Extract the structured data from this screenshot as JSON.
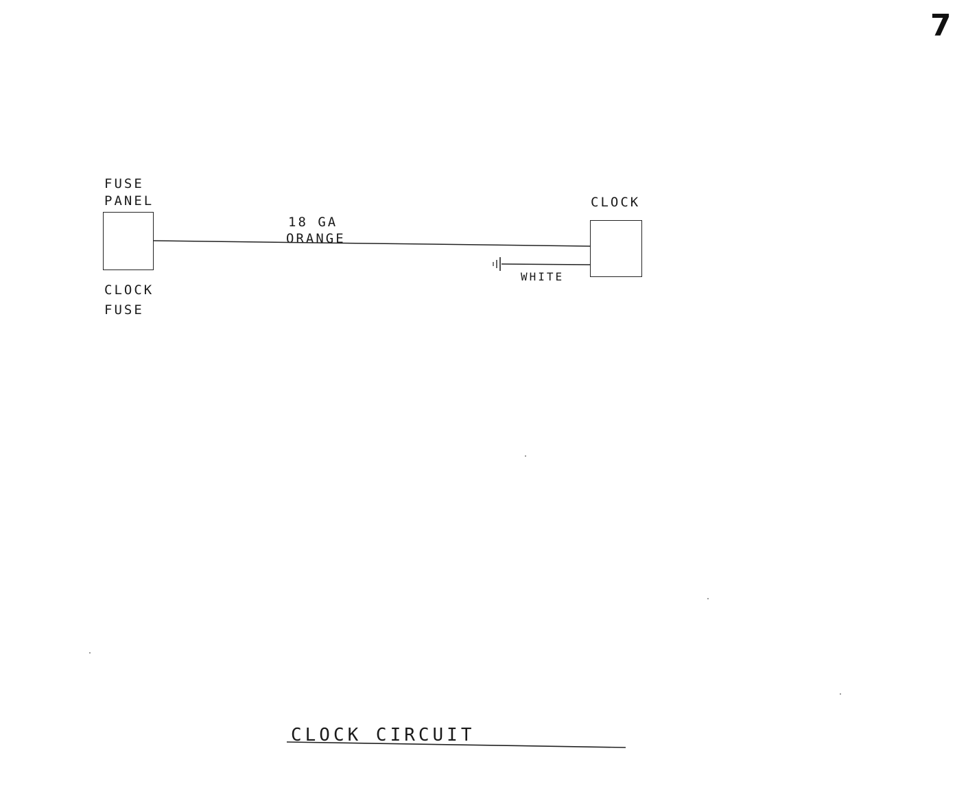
{
  "page_number": "7",
  "title": "CLOCK CIRCUIT",
  "fuse_panel": {
    "label_line1": "FUSE",
    "label_line2": "PANEL",
    "fuse_line1": "CLOCK",
    "fuse_line2": "FUSE"
  },
  "clock": {
    "label": "CLOCK"
  },
  "wires": {
    "supply_gauge": "18 GA",
    "supply_color": "ORANGE",
    "ground_color": "WHITE"
  },
  "icons": {
    "ground": "ground-symbol-icon"
  }
}
